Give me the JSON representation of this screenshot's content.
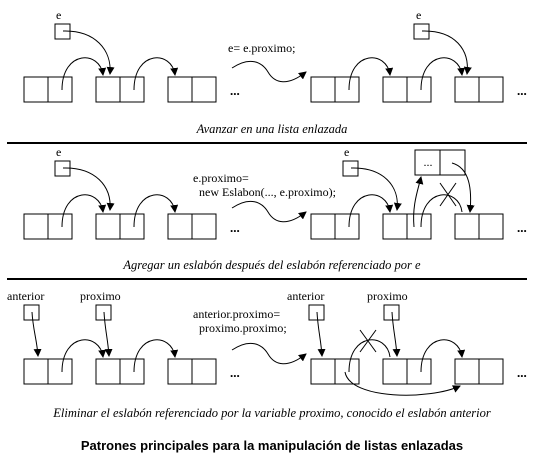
{
  "panels": [
    {
      "caption": "Avanzar en una lista enlazada",
      "code_lines": [
        "e= e.proximo;"
      ],
      "before_labels": [
        "e"
      ],
      "after_labels": [
        "e"
      ],
      "ellipsis": "..."
    },
    {
      "caption": "Agregar un eslabón después del eslabón referenciado por  e",
      "code_lines": [
        "e.proximo=",
        "  new Eslabon(..., e.proximo);"
      ],
      "before_labels": [
        "e"
      ],
      "after_labels": [
        "e"
      ],
      "new_box_text": "...",
      "ellipsis": "..."
    },
    {
      "caption": "Eliminar el eslabón referenciado por la variable proximo, conocido el eslabón anterior",
      "code_lines": [
        "anterior.proximo=",
        "  proximo.proximo;"
      ],
      "before_labels": [
        "anterior",
        "proximo"
      ],
      "after_labels": [
        "anterior",
        "proximo"
      ],
      "ellipsis": "..."
    }
  ],
  "footer_title": "Patrones principales para la manipulación de listas enlazadas"
}
